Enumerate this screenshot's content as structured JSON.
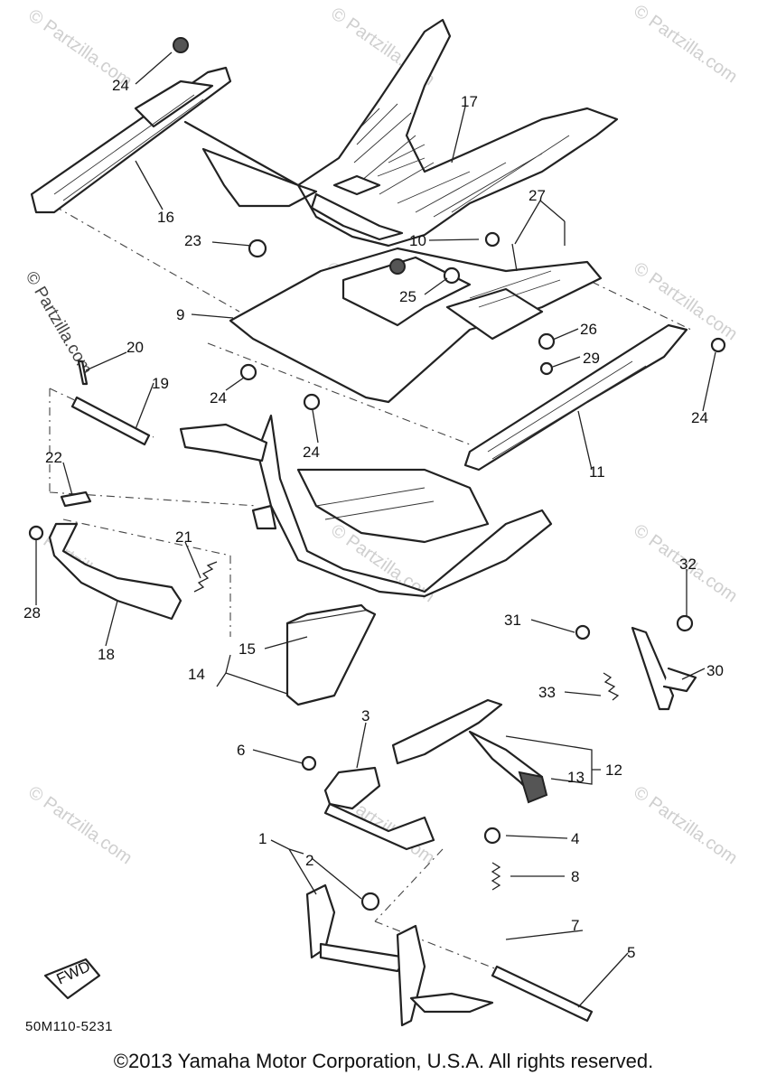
{
  "diagram": {
    "code": "50M110-5231",
    "copyright": "©2013 Yamaha Motor Corporation, U.S.A. All rights reserved.",
    "direction_badge": "FWD",
    "watermark": "© Partzilla.com",
    "callouts": [
      "1",
      "2",
      "3",
      "4",
      "5",
      "6",
      "7",
      "8",
      "9",
      "10",
      "11",
      "12",
      "13",
      "14",
      "15",
      "16",
      "17",
      "18",
      "19",
      "20",
      "21",
      "22",
      "23",
      "24",
      "24",
      "24",
      "24",
      "25",
      "26",
      "27",
      "28",
      "29",
      "30",
      "31",
      "32",
      "33"
    ]
  },
  "colors": {
    "ink": "#222222",
    "watermark": "#cfcfcf",
    "background": "#ffffff"
  }
}
